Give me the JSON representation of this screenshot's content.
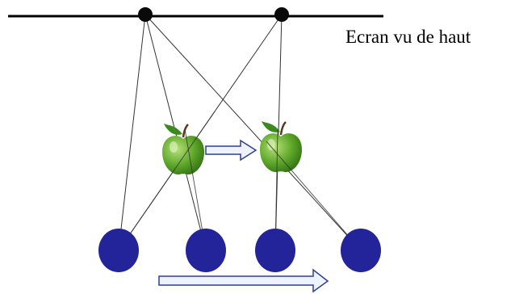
{
  "screen_label": "Ecran vu de haut",
  "colors": {
    "screen": "#000000",
    "ray": "#333333",
    "eye_dot": "#0a0a0a",
    "person": "#23239a",
    "arrow_fill": "#eef2fb",
    "arrow_stroke": "#2f3f94",
    "apple_body": "#5fa82a",
    "apple_highlight": "#b6e07a",
    "apple_shadow": "#2f6e12",
    "apple_leaf": "#3c8a1e",
    "apple_stem": "#5a3a1a"
  },
  "icons": {
    "projector": "black-dot",
    "apple": "green-apple-icon",
    "person": "blue-circle",
    "motion": "right-arrow-icon"
  }
}
